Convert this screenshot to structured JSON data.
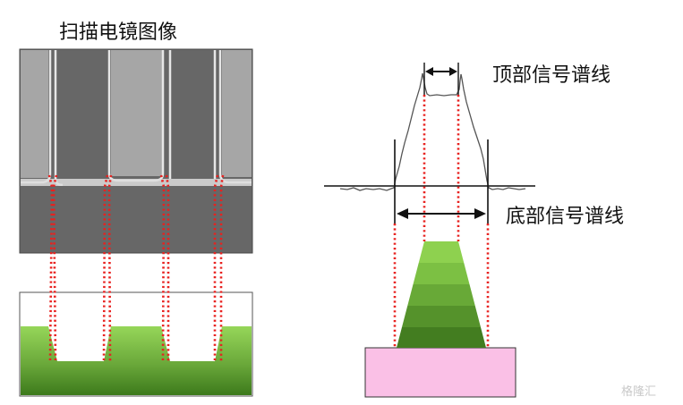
{
  "title": "扫描电镜图像",
  "top_signal_label": "顶部信号谱线",
  "bottom_signal_label": "底部信号谱线",
  "watermark": "格隆汇",
  "colors": {
    "sem_dark": "#686868",
    "sem_light": "#a6a6a6",
    "edge_highlight": "#e4e4e4",
    "marker_red": "#e8211f",
    "green_light": "#8ed14f",
    "green_dark": "#3f7b1e",
    "substrate_pink": "#fac0e6"
  }
}
